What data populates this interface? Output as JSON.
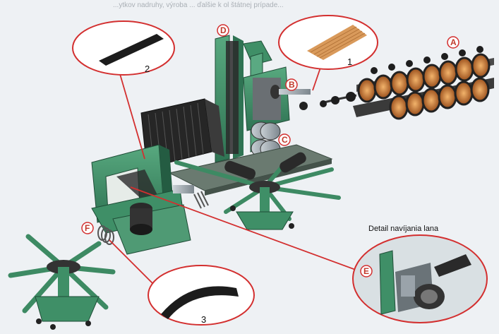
{
  "header_fragment": "...ytkov nadruhy, výroba ... ďalšie k ol štátnej prípade...",
  "labels": {
    "A": "A",
    "B": "B",
    "C": "C",
    "D": "D",
    "E": "E",
    "F": "F"
  },
  "callouts": {
    "c1": "1",
    "c2": "2",
    "c3": "3"
  },
  "detail_caption": "Detail navíjania lana",
  "colors": {
    "machine_green": "#3f8f67",
    "machine_dark": "#245c42",
    "copper": "#c7742f",
    "callout_red": "#d32f2f",
    "strip_dark": "#1c1c1c",
    "steel": "#9aa3aa"
  }
}
